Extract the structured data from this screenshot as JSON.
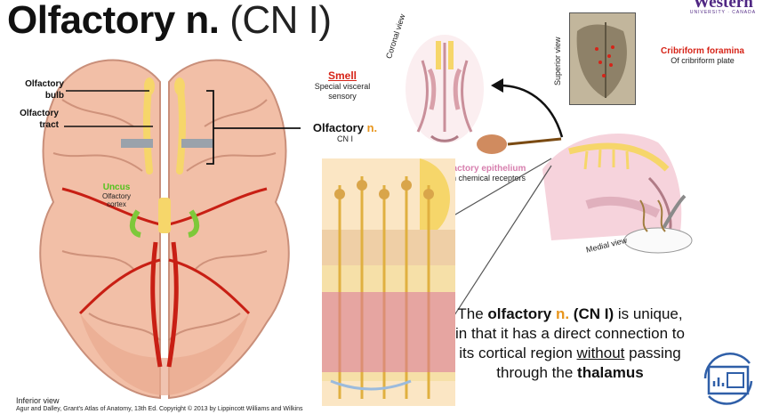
{
  "title": {
    "bold": "Olfactory n.",
    "light": "(CN I)"
  },
  "logo": {
    "name": "Western",
    "sub": "UNIVERSITY · CANADA"
  },
  "brain": {
    "bulb_label": "Olfactory\nbulb",
    "tract_label": "Olfactory\ntract",
    "uncus_title": "Uncus",
    "uncus_sub": "Olfactory\ncortex",
    "view": "Inferior view",
    "credit": "Agur and Dalley, Grant's Atlas of Anatomy, 13th Ed. Copyright © 2013 by Lippincott Williams and Wilkins"
  },
  "smell": {
    "title": "Smell",
    "sub": "Special visceral\nsensory"
  },
  "nerve_label": {
    "text": "Olfactory",
    "n": "n.",
    "cn": "CN I"
  },
  "coronal_view": "Coronal view",
  "superior_view": "Superior view",
  "cribriform": {
    "title": "Cribriform foramina",
    "sub": "Of cribriform plate"
  },
  "epithelium": {
    "title": "Olfactory epithelium",
    "sub": "With chemical receptors"
  },
  "medial_view": "Medial view",
  "summary": {
    "p1": "The ",
    "bold1": "olfactory ",
    "n": "n.",
    "bold2": " (CN I)",
    "p2": " is unique, in that it has a direct connection to its cortical region ",
    "u": "without",
    "p3": " passing through the ",
    "bold3": "thalamus"
  },
  "colors": {
    "red": "#d62418",
    "orange": "#e8961e",
    "green": "#52c21c",
    "pink": "#d77fae",
    "brain": "#f2bfa7",
    "nerve": "#f6d66a"
  },
  "icons": [
    "presentation-icon"
  ]
}
